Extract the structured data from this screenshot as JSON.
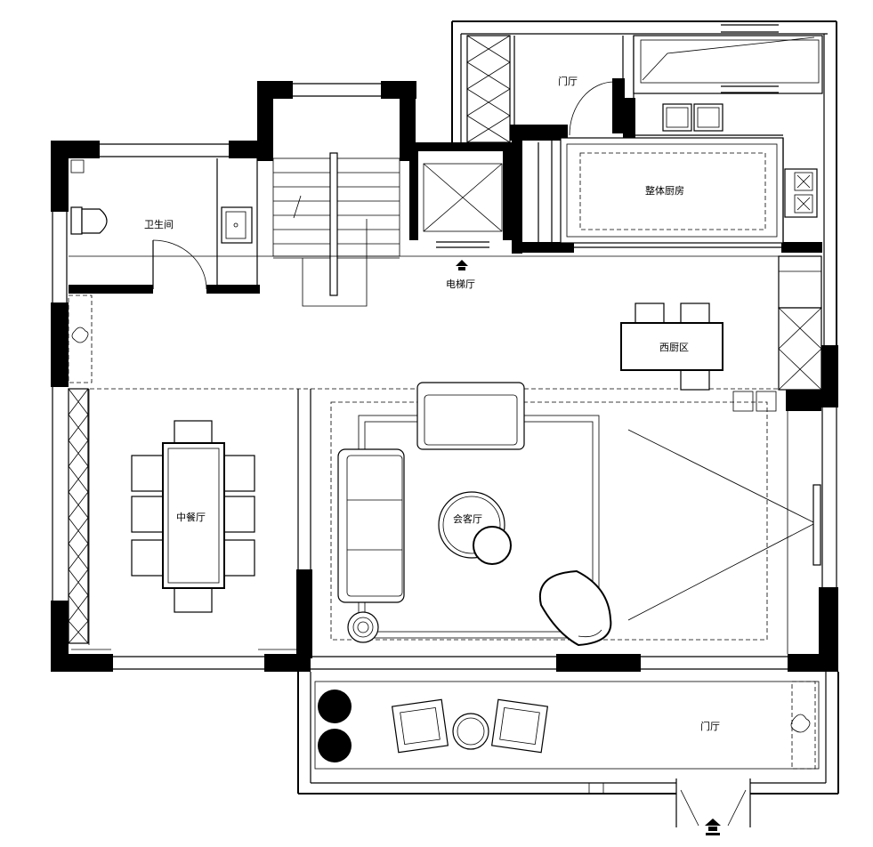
{
  "plan": {
    "rooms": {
      "bathroom": "卫生间",
      "foyer_top": "门厅",
      "kitchen": "整体厨房",
      "elevator_hall": "电梯厅",
      "western_kitchen": "西厨区",
      "dining": "中餐厅",
      "living": "会客厅",
      "foyer_bottom": "门厅"
    },
    "colors": {
      "wall": "#000000",
      "line": "#000000",
      "background": "#ffffff"
    },
    "icons": [
      "entry-arrow-icon",
      "entry-arrow-icon",
      "plant-icon",
      "plant-icon",
      "sink-icon",
      "stove-icon",
      "toilet-icon",
      "sofa-icon",
      "table-icon",
      "chair-icon",
      "elevator-icon",
      "stairs-icon",
      "door-swing-icon"
    ]
  }
}
